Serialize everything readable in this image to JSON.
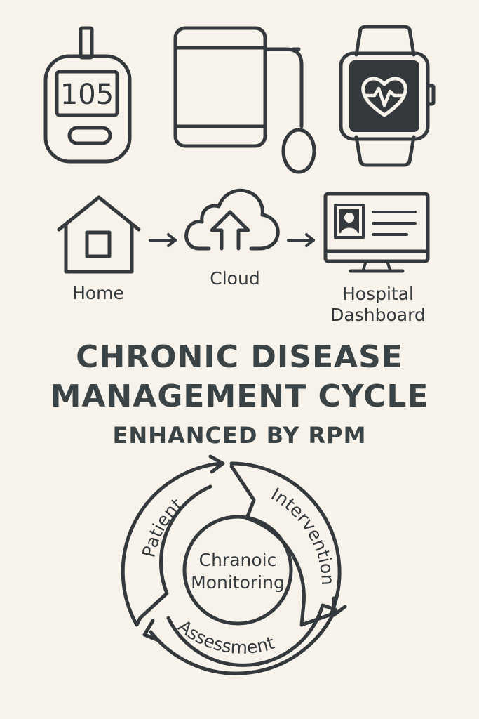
{
  "devices": {
    "glucometer_reading": "105"
  },
  "flow": {
    "home_label": "Home",
    "cloud_label": "Cloud",
    "hospital_label_line1": "Hospital",
    "hospital_label_line2": "Dashboard"
  },
  "title": {
    "line1": "CHRONIC DISEASE",
    "line2": "MANAGEMENT CYCLE",
    "subtitle": "ENHANCED BY RPM"
  },
  "cycle": {
    "center_line1": "Chranoic",
    "center_line2": "Monitoring",
    "segments": [
      "Patient",
      "Intervention",
      "Assessment"
    ]
  },
  "colors": {
    "background": "#f8f3ea",
    "ink": "#33393d"
  }
}
